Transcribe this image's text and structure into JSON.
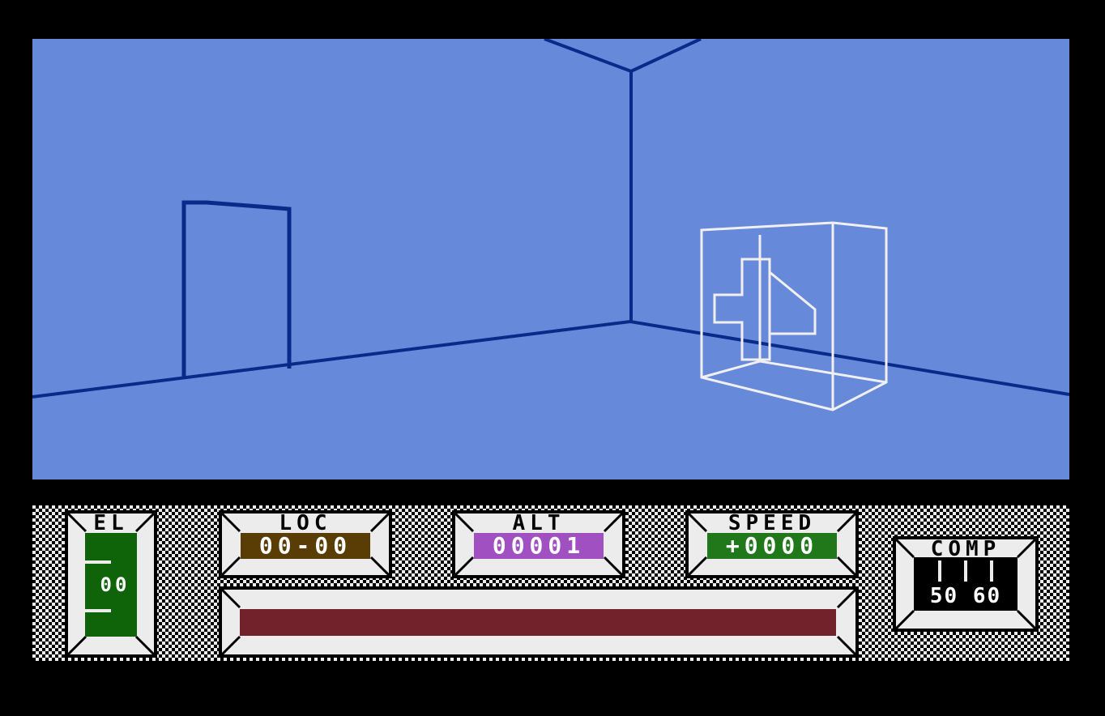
{
  "colors": {
    "sky": "#6789d9",
    "lines": "#0a2a8a",
    "object": "#f0f0f0",
    "el": "#0f640a",
    "loc": "#5a3c05",
    "alt": "#a050c0",
    "speed": "#20781a",
    "energy": "#72222a",
    "panel": "#ececec"
  },
  "hud": {
    "el": {
      "label": "EL",
      "value": "00"
    },
    "loc": {
      "label": "LOC",
      "value": "00-00"
    },
    "alt": {
      "label": "ALT",
      "value": "00001"
    },
    "speed": {
      "label": "SPEED",
      "value": "+0000"
    },
    "comp": {
      "label": "COMP",
      "value": "50 60"
    },
    "energy": {
      "fraction": 1.0
    }
  },
  "scene": {
    "object_icon": "first-aid-cross-crate"
  }
}
